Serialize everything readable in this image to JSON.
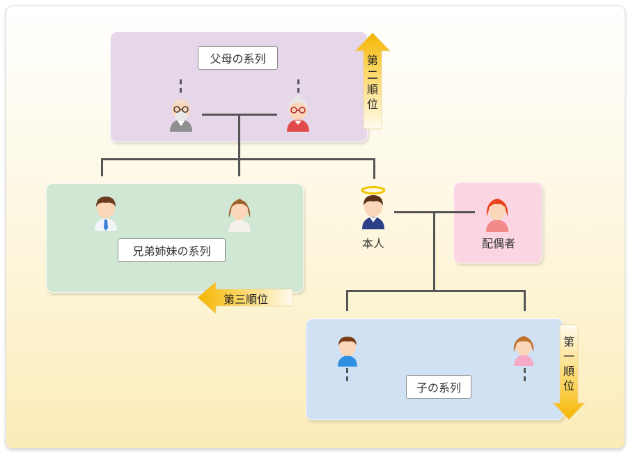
{
  "groups": {
    "parents": "父母の系列",
    "siblings": "兄弟姉妹の系列",
    "children": "子の系列"
  },
  "people": {
    "self": "本人",
    "spouse": "配偶者"
  },
  "ranks": {
    "first": "第一順位",
    "second": "第二順位",
    "third": "第三順位"
  },
  "colors": {
    "parents_bg": "#e6d6e9",
    "siblings_bg": "#d0e7d4",
    "spouse_bg": "#fbd5e2",
    "children_bg": "#d0e1f4",
    "arrow": "#f5b800",
    "line": "#555555"
  },
  "icons": [
    "grandfather-icon",
    "grandmother-icon",
    "brother-icon",
    "sister-icon",
    "self-angel-icon",
    "spouse-icon",
    "son-icon",
    "daughter-icon"
  ]
}
